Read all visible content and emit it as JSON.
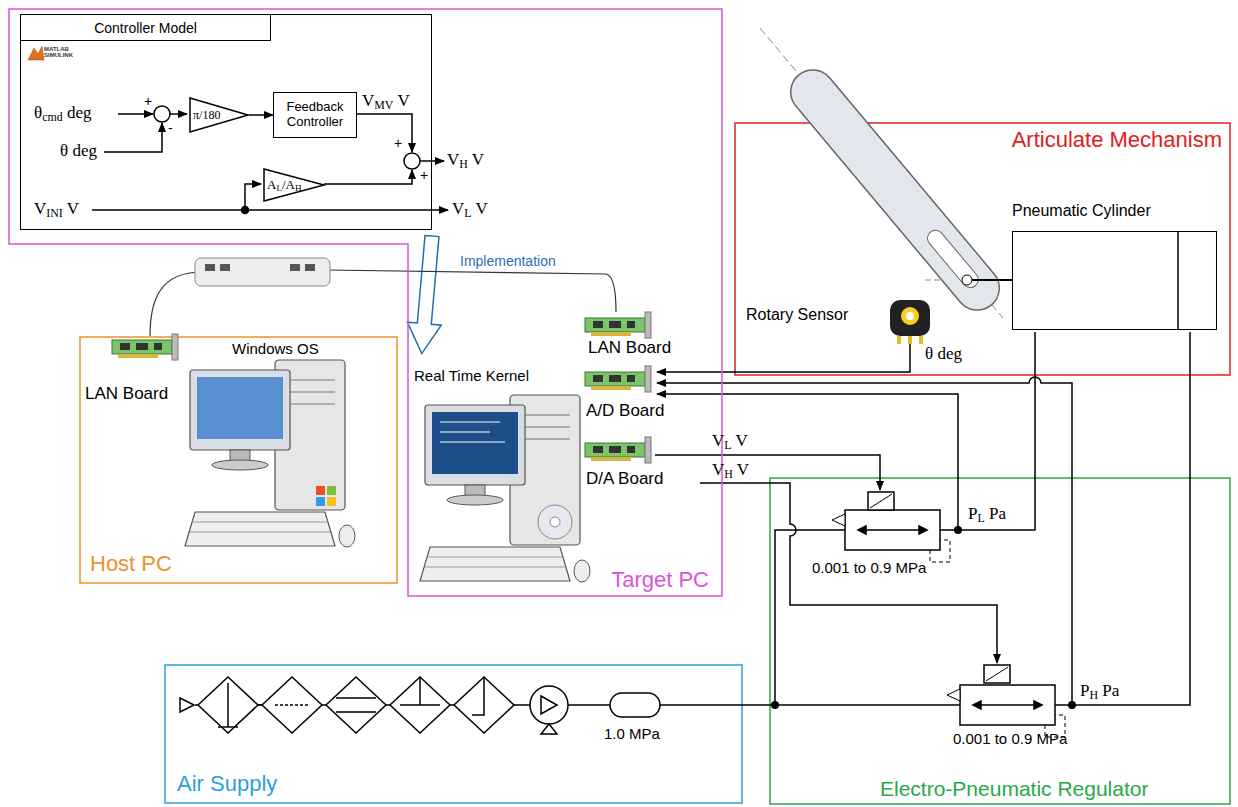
{
  "diagram": {
    "nodes": [
      {
        "text": [
          "Target PC"
        ]
      },
      {
        "text": [
          "Controller Model"
        ],
        "in": 0
      },
      {
        "text": [
          "π/180"
        ],
        "in": 1
      },
      {
        "text": [
          "Feedback Controller"
        ],
        "in": 1
      },
      {
        "text": [
          "AL/AH"
        ],
        "in": 1
      },
      {
        "text": [
          "Articulate Mechanism"
        ]
      },
      {
        "text": [
          "Pneumatic Cylinder"
        ],
        "in": 5
      },
      {
        "text": [
          "Host PC"
        ]
      },
      {
        "text": [
          "Electro-Pneumatic Regulator"
        ]
      },
      {
        "text": [
          "Air Supply"
        ]
      }
    ],
    "edges": [
      {
        "from": 2,
        "to": 3,
        "arrow": "to"
      }
    ],
    "labels": [
      "MATLAB SIMULINK",
      "θcmd deg",
      "θ deg",
      "+",
      "-",
      "VMV V",
      "+",
      "+",
      "VH V",
      "VINI V",
      "VL V",
      "Implementation",
      "LAN Board",
      "Windows OS",
      "Real Time Kernel",
      "LAN Board",
      "A/D Board",
      "D/A Board",
      "VL V",
      "VH V",
      "Rotary Sensor",
      "θ deg",
      "PL Pa",
      "0.001 to 0.9 MPa",
      "PH Pa",
      "0.001 to 0.9 MPa",
      "1.0 MPa"
    ]
  }
}
